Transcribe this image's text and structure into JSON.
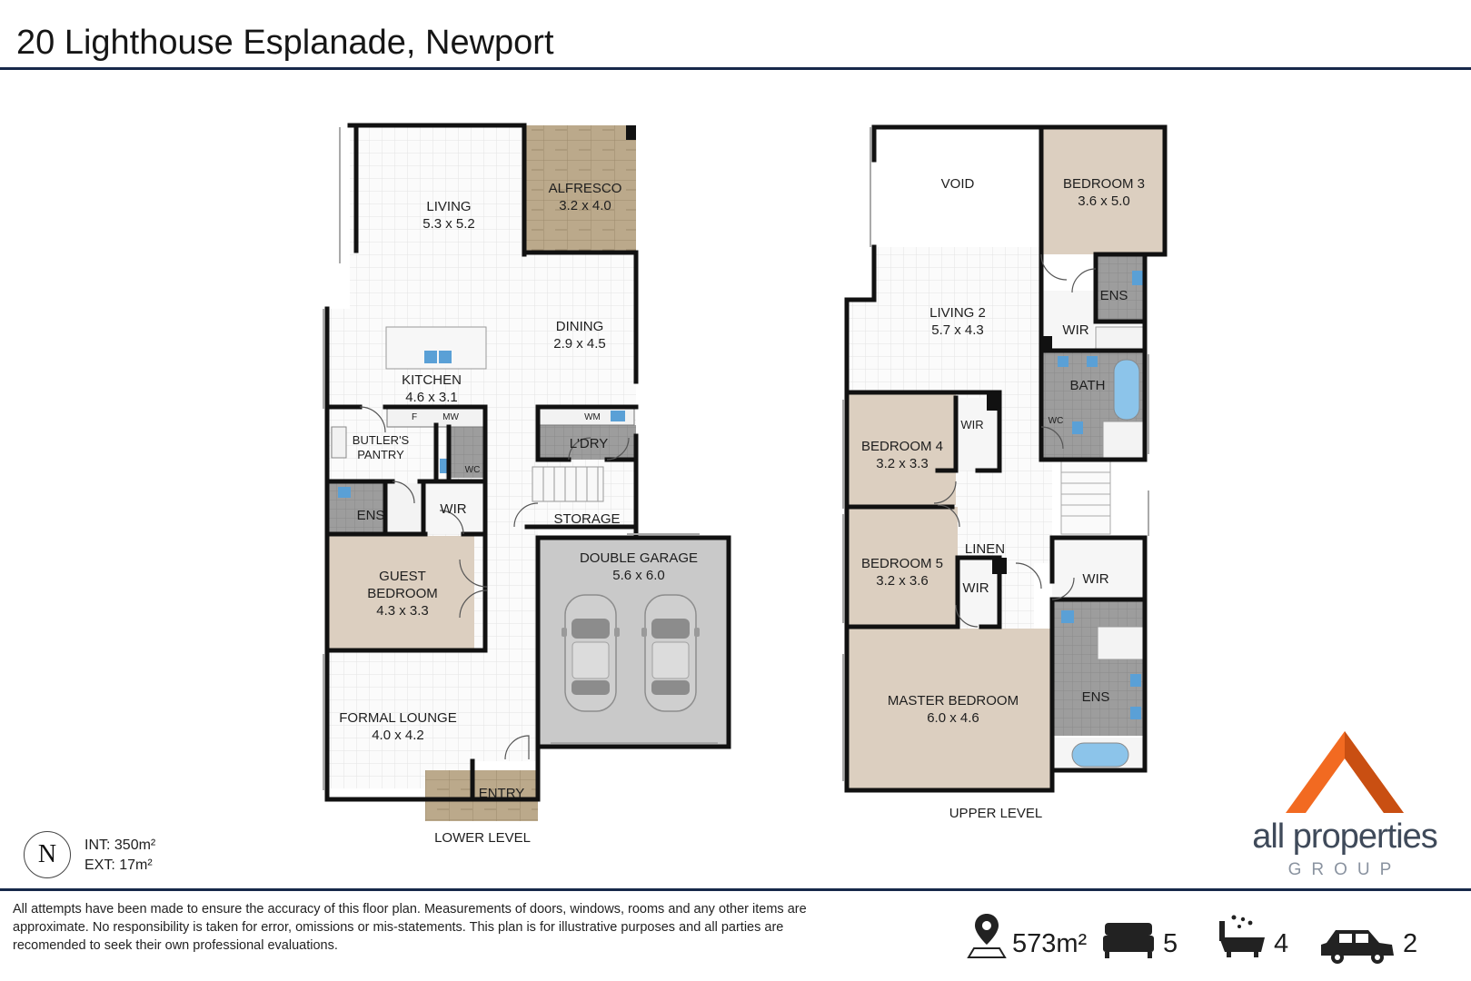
{
  "title": "20 Lighthouse Esplanade, Newport",
  "lower_level": {
    "label": "LOWER LEVEL",
    "rooms": [
      {
        "name": "LIVING",
        "size": "5.3 x 5.2"
      },
      {
        "name": "ALFRESCO",
        "size": "3.2 x 4.0"
      },
      {
        "name": "DINING",
        "size": "2.9 x 4.5"
      },
      {
        "name": "KITCHEN",
        "size": "4.6 x 3.1"
      },
      {
        "name": "BUTLER'S",
        "size": "PANTRY"
      },
      {
        "name": "L'DRY"
      },
      {
        "name": "STORAGE"
      },
      {
        "name": "ENS"
      },
      {
        "name": "WIR"
      },
      {
        "name": "WC"
      },
      {
        "name": "GUEST",
        "size": "BEDROOM",
        "extra": "4.3 x 3.3"
      },
      {
        "name": "DOUBLE GARAGE",
        "size": "5.6 x 6.0"
      },
      {
        "name": "FORMAL LOUNGE",
        "size": "4.0 x 4.2"
      },
      {
        "name": "ENTRY"
      }
    ],
    "fixtures": {
      "fridge": "F",
      "microwave": "MW",
      "washer": "WM"
    }
  },
  "upper_level": {
    "label": "UPPER LEVEL",
    "rooms": [
      {
        "name": "VOID"
      },
      {
        "name": "BEDROOM 3",
        "size": "3.6 x 5.0"
      },
      {
        "name": "ENS"
      },
      {
        "name": "WIR"
      },
      {
        "name": "LIVING 2",
        "size": "5.7 x 4.3"
      },
      {
        "name": "BATH"
      },
      {
        "name": "WC"
      },
      {
        "name": "BEDROOM 4",
        "size": "3.2 x 3.3"
      },
      {
        "name": "WIR"
      },
      {
        "name": "BEDROOM 5",
        "size": "3.2 x 3.6"
      },
      {
        "name": "LINEN"
      },
      {
        "name": "WIR"
      },
      {
        "name": "WIR"
      },
      {
        "name": "MASTER BEDROOM",
        "size": "6.0 x 4.6"
      },
      {
        "name": "ENS"
      }
    ]
  },
  "areas": {
    "internal": "INT: 350m²",
    "external": "EXT: 17m²"
  },
  "north_letter": "N",
  "logo": {
    "name": "all properties",
    "group": "GROUP",
    "colors": {
      "orange": "#f26a21",
      "grey": "#3f4a5a"
    }
  },
  "disclaimer": "All attempts have been made to ensure the accuracy of this floor plan. Measurements of doors, windows, rooms and any other items are approximate. No responsibility is taken for error, omissions or mis-statements. This plan is for illustrative purposes and all parties are recomended to seek their own professional evaluations.",
  "stats": {
    "land": {
      "icon": "location-pin-icon",
      "value": "573m²"
    },
    "beds": {
      "icon": "bed-icon",
      "value": "5"
    },
    "baths": {
      "icon": "bathtub-icon",
      "value": "4"
    },
    "cars": {
      "icon": "car-icon",
      "value": "2"
    }
  },
  "colors": {
    "wall": "#111111",
    "floor_tile": "#fbfbfb",
    "grid": "#e6e6e6",
    "bedroom_carpet": "#dccfc0",
    "wet_area": "#9a9a9a",
    "garage": "#c9c9c9",
    "paving": "#b9a688",
    "rule": "#16284a"
  }
}
